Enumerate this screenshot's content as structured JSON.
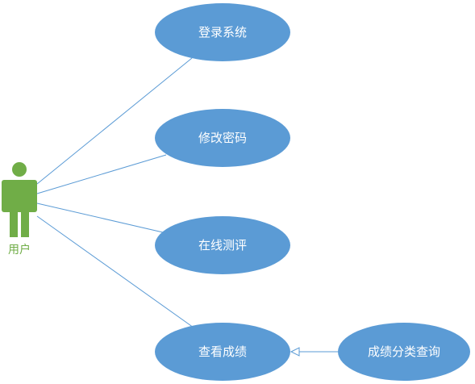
{
  "actor": {
    "label": "用户",
    "color": "#70AD47"
  },
  "use_cases": [
    {
      "id": "login",
      "label": "登录系统"
    },
    {
      "id": "change_password",
      "label": "修改密码"
    },
    {
      "id": "online_test",
      "label": "在线测评"
    },
    {
      "id": "view_scores",
      "label": "查看成绩"
    },
    {
      "id": "score_category_query",
      "label": "成绩分类查询"
    }
  ],
  "associations": [
    {
      "from": "actor",
      "to": "login"
    },
    {
      "from": "actor",
      "to": "change_password"
    },
    {
      "from": "actor",
      "to": "online_test"
    },
    {
      "from": "actor",
      "to": "view_scores"
    }
  ],
  "generalizations": [
    {
      "from": "score_category_query",
      "to": "view_scores"
    }
  ],
  "colors": {
    "ellipse_fill": "#5B9BD5",
    "ellipse_text": "#FFFFFF",
    "connector": "#5B9BD5"
  }
}
